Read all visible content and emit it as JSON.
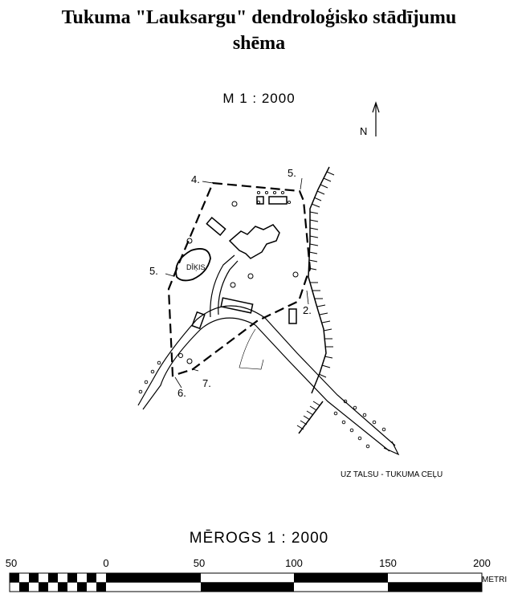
{
  "title_line1": "Tukuma \"Lauksargu\" dendroloģisko stādījumu",
  "title_line2": "shēma",
  "scale_top": "M 1 : 2000",
  "north_label": "N",
  "labels": {
    "point_4": "4.",
    "point_5_top": "5.",
    "point_5_left": "5.",
    "point_2": "2.",
    "point_6": "6.",
    "point_7": "7.",
    "pond": "DĪĶIS",
    "road_destination": "UZ TALSU - TUKUMA CEĻU"
  },
  "scale_bar": {
    "title": "MĒROGS    1 : 2000",
    "ticks": [
      "50",
      "0",
      "50",
      "100",
      "150",
      "200"
    ],
    "unit": "METRI"
  }
}
